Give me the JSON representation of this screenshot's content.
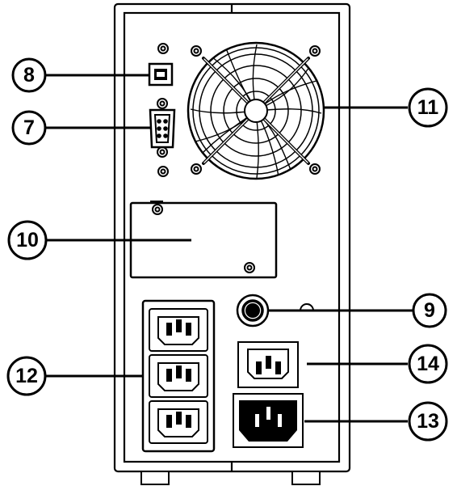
{
  "callouts": {
    "c7": "7",
    "c8": "8",
    "c9": "9",
    "c10": "10",
    "c11": "11",
    "c12": "12",
    "c13": "13",
    "c14": "14"
  },
  "colors": {
    "stroke": "#000000",
    "background": "#ffffff",
    "inlet_fill": "#000000"
  }
}
